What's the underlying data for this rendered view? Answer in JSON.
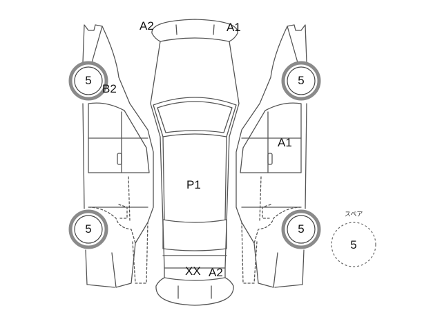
{
  "diagram": {
    "labels": {
      "front_left": "A2",
      "front_right": "A1",
      "left_front_fender": "B2",
      "right_front_door": "A1",
      "roof": "P1",
      "rear_mark": "XX",
      "rear_bumper": "A2"
    },
    "tires": {
      "left_front": "5",
      "left_rear": "5",
      "right_front": "5",
      "right_rear": "5"
    },
    "spare": {
      "title": "スペア",
      "value": "5"
    },
    "colors": {
      "outline": "#555555",
      "tire_ring": "#8a8a8a",
      "text": "#111111"
    }
  }
}
